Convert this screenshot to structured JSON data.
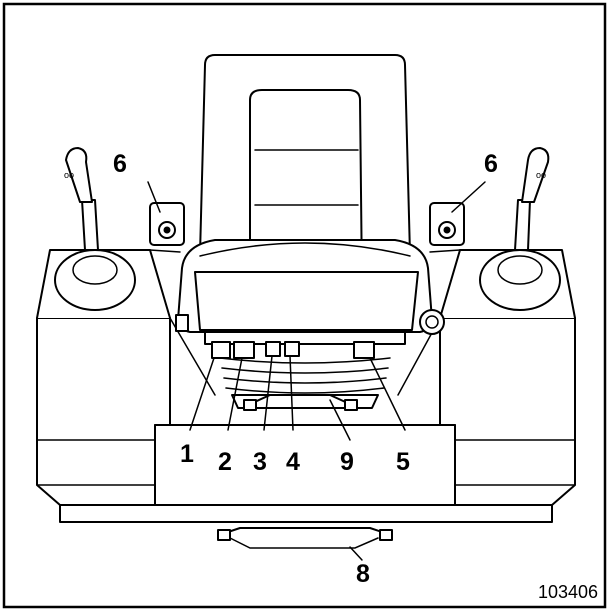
{
  "figure": {
    "reference_number": "103406"
  },
  "callouts": [
    {
      "id": "c6-left",
      "label": "6"
    },
    {
      "id": "c6-right",
      "label": "6"
    },
    {
      "id": "c1",
      "label": "1"
    },
    {
      "id": "c2",
      "label": "2"
    },
    {
      "id": "c3",
      "label": "3"
    },
    {
      "id": "c4",
      "label": "4"
    },
    {
      "id": "c9",
      "label": "9"
    },
    {
      "id": "c5",
      "label": "5"
    },
    {
      "id": "c8",
      "label": "8"
    }
  ],
  "colors": {
    "line": "#000000",
    "background": "#ffffff"
  }
}
